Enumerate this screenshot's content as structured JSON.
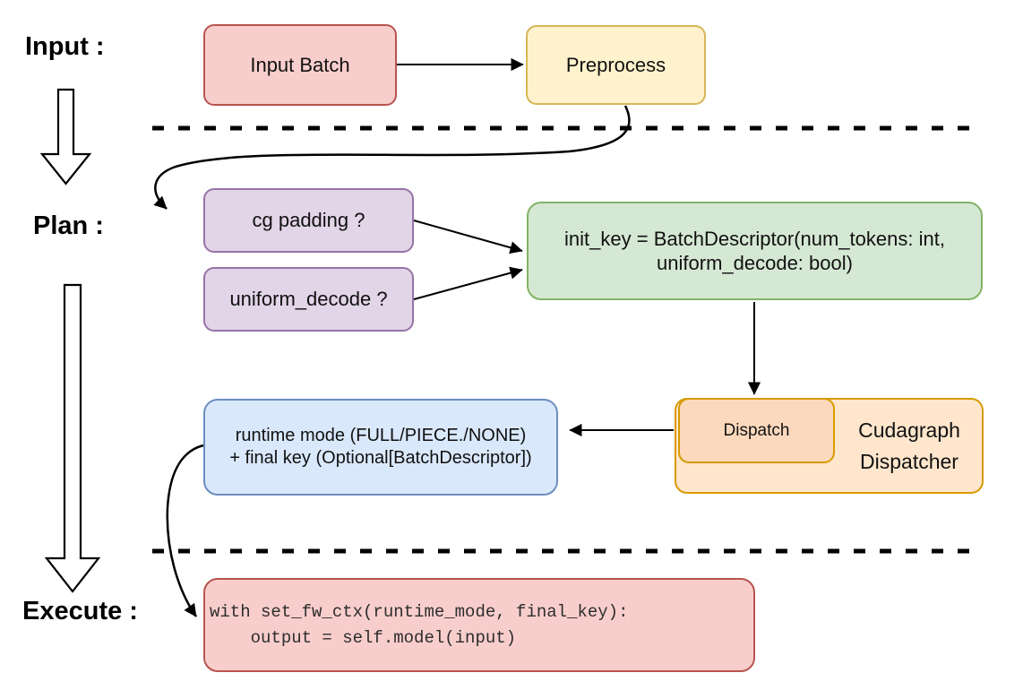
{
  "sections": {
    "input": "Input :",
    "plan": "Plan :",
    "execute": "Execute :"
  },
  "nodes": {
    "input_batch": "Input Batch",
    "preprocess": "Preprocess",
    "cg_padding": "cg padding ?",
    "uniform_decode": "uniform_decode ?",
    "init_key_line1": "init_key = BatchDescriptor(num_tokens: int,",
    "init_key_line2": "uniform_decode: bool)",
    "runtime_line1": "runtime mode (FULL/PIECE./NONE)",
    "runtime_line2": "+ final key (Optional[BatchDescriptor])",
    "dispatch": "Dispatch",
    "dispatcher_line1": "Cudagraph",
    "dispatcher_line2": "Dispatcher",
    "code_line1": "with set_fw_ctx(runtime_mode, final_key):",
    "code_line2": "    output = self.model(input)"
  },
  "colors": {
    "red_fill": "#f8cecc",
    "red_stroke": "#b85450",
    "yellow_fill": "#fff2cc",
    "yellow_stroke": "#d6b656",
    "purple_fill": "#e1d5e7",
    "purple_stroke": "#9673a6",
    "green_fill": "#d5e8d4",
    "green_stroke": "#82b366",
    "blue_fill": "#dae8fc",
    "blue_stroke": "#6c8ebf",
    "orange_fill": "#ffe6cc",
    "orange_stroke": "#d79b00",
    "dispatch_fill": "#fcd9bd",
    "connector": "#000000",
    "background": "#ffffff"
  }
}
